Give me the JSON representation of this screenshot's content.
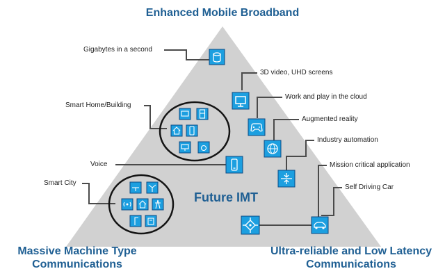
{
  "corners": {
    "top": "Enhanced Mobile Broadband",
    "bottom_left": [
      "Massive Machine Type",
      "Communications"
    ],
    "bottom_right": [
      "Ultra-reliable  and Low Latency",
      "Communications"
    ]
  },
  "center_label": "Future IMT",
  "left_labels": [
    {
      "text": "Gigabytes in a second",
      "icon": "storage-cylinder-icon"
    },
    {
      "text": "Smart Home/Building",
      "icon": "smart-home-cluster"
    },
    {
      "text": "Voice",
      "icon": "phone-icon"
    },
    {
      "text": "Smart City",
      "icon": "smart-city-cluster"
    }
  ],
  "right_labels": [
    {
      "text": "3D video, UHD screens",
      "icon": "monitor-icon"
    },
    {
      "text": "Work and play in the cloud",
      "icon": "gamepad-icon"
    },
    {
      "text": "Augmented reality",
      "icon": "globe-icon"
    },
    {
      "text": "Industry automation",
      "icon": "automation-arrows-icon"
    },
    {
      "text": "Mission critical  application",
      "icon": "crosshair-icon"
    },
    {
      "text": "Self Driving Car",
      "icon": "car-icon"
    }
  ],
  "colors": {
    "title": "#1f5f93",
    "triangle": "#d1d1d1",
    "icon_fill": "#1c9fe0",
    "icon_dark": "#0d4a82",
    "line": "#4a4a4a"
  }
}
